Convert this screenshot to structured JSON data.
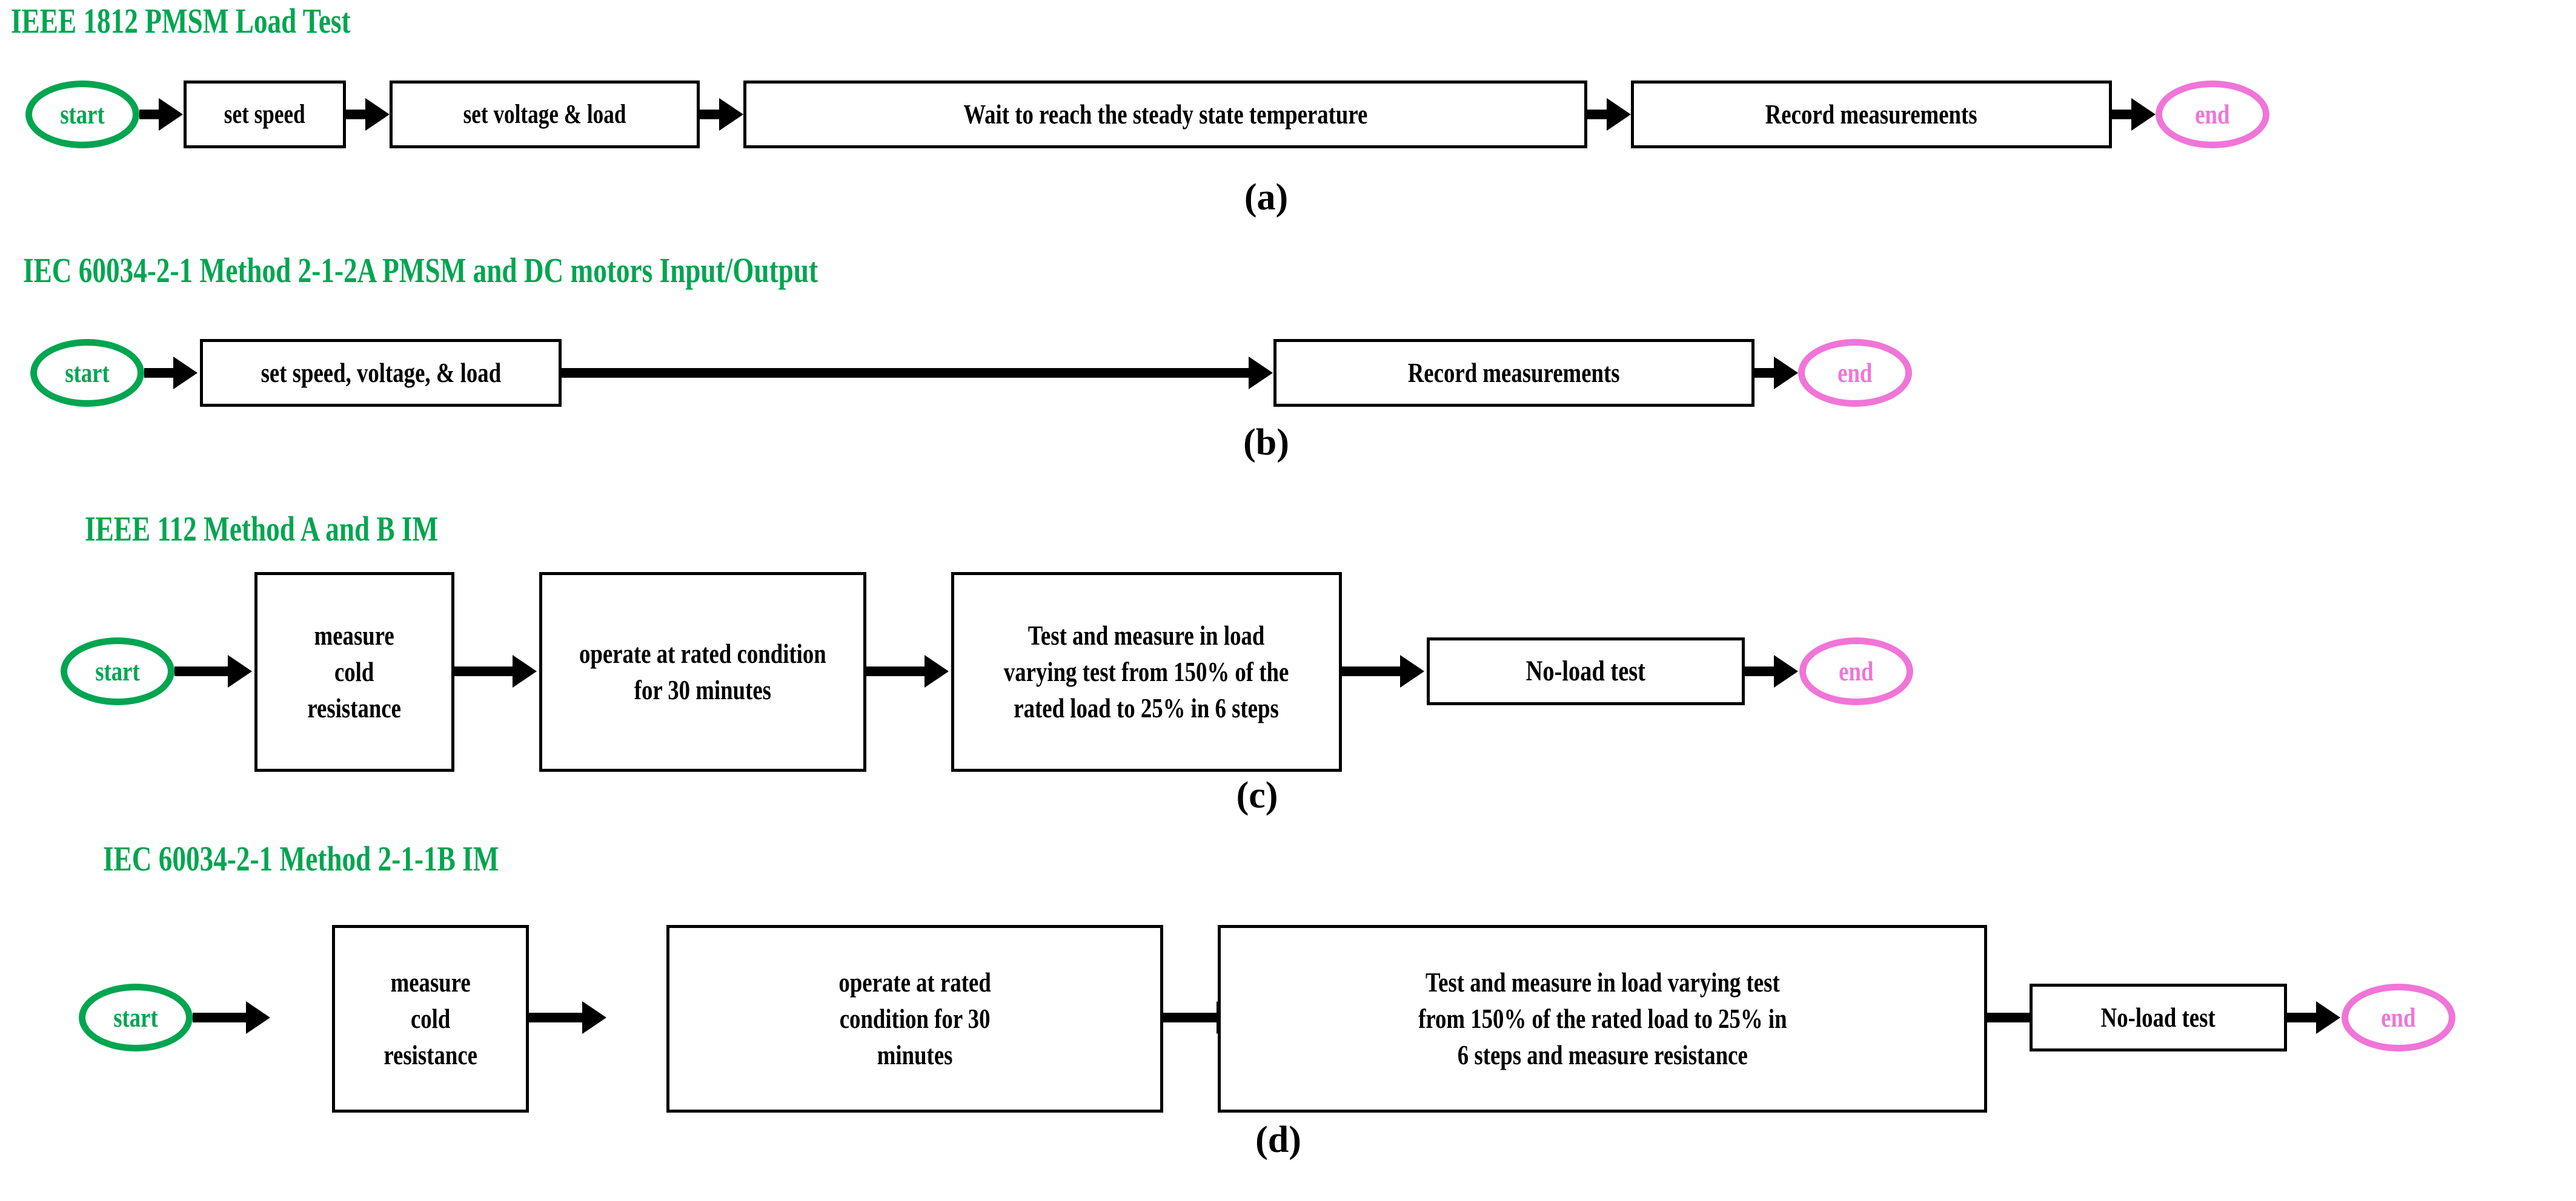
{
  "figure": {
    "caption_style": "lettered",
    "colors": {
      "title_green": "#00A550",
      "start_green": "#00A550",
      "end_pink": "#F075D8",
      "box_black": "#000000",
      "background": "#FFFFFF"
    }
  },
  "sections": [
    {
      "id": "a",
      "title": "IEEE 1812 PMSM Load Test",
      "caption": "(a)",
      "start_label": "start",
      "end_label": "end",
      "steps": [
        "set speed",
        "set voltage & load",
        "Wait to reach the steady state temperature",
        "Record measurements"
      ]
    },
    {
      "id": "b",
      "title": "IEC 60034-2-1 Method 2-1-2A PMSM and DC motors Input/Output",
      "caption": "(b)",
      "start_label": "start",
      "end_label": "end",
      "steps": [
        "set speed, voltage, & load",
        "Record measurements"
      ]
    },
    {
      "id": "c",
      "title": "IEEE 112 Method A and B IM",
      "caption": "(c)",
      "start_label": "start",
      "end_label": "end",
      "steps": [
        "measure\ncold\nresistance",
        "operate at rated condition\nfor 30 minutes",
        "Test and measure in load\nvarying test from 150% of the\nrated load to 25% in 6 steps",
        "No-load test"
      ]
    },
    {
      "id": "d",
      "title": "IEC 60034-2-1 Method 2-1-1B IM",
      "caption": "(d)",
      "start_label": "start",
      "end_label": "end",
      "steps": [
        "measure\ncold\nresistance",
        "operate at rated\ncondition for 30\nminutes",
        "Test and measure in load varying test\nfrom 150% of the rated load to 25% in\n6 steps and measure resistance",
        "No-load test"
      ]
    }
  ]
}
